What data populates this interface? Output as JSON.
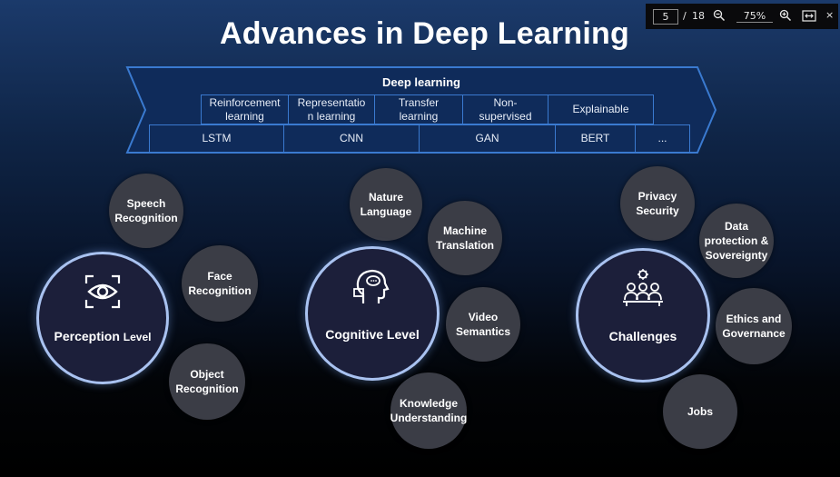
{
  "slide": {
    "title": "Advances in Deep Learning"
  },
  "toolbar": {
    "page_current": "5",
    "page_separator": "/",
    "page_total": "18",
    "zoom_level": "75%",
    "zoom_out_icon": "zoom-out-icon",
    "zoom_in_icon": "zoom-in-icon",
    "fit_width_icon": "fit-width-icon",
    "close_icon": "close-icon"
  },
  "banner": {
    "label": "Deep learning",
    "row1": [
      {
        "line1": "Reinforcement",
        "line2": "learning"
      },
      {
        "line1": "Representatio",
        "line2": "n learning"
      },
      {
        "line1": "Transfer",
        "line2": "learning"
      },
      {
        "line1": "Non-",
        "line2": "supervised"
      },
      {
        "line1": "Explainable",
        "line2": ""
      }
    ],
    "row2": [
      "LSTM",
      "CNN",
      "GAN",
      "BERT",
      "..."
    ]
  },
  "clusters": {
    "perception": {
      "hub": {
        "main": "Perception ",
        "suffix": "Level",
        "icon": "eye-icon"
      },
      "bubbles": [
        {
          "line1": "Speech",
          "line2": "Recognition"
        },
        {
          "line1": "Face",
          "line2": "Recognition"
        },
        {
          "line1": "Object",
          "line2": "Recognition"
        }
      ]
    },
    "cognitive": {
      "hub": {
        "label": "Cognitive Level",
        "icon": "thinking-head-icon"
      },
      "bubbles": [
        {
          "line1": "Nature",
          "line2": "Language"
        },
        {
          "line1": "Machine",
          "line2": "Translation"
        },
        {
          "line1": "Video",
          "line2": "Semantics"
        },
        {
          "line1": "Knowledge",
          "line2": "Understanding"
        }
      ]
    },
    "challenges": {
      "hub": {
        "label": "Challenges",
        "icon": "team-gear-icon"
      },
      "bubbles": [
        {
          "line1": "Privacy",
          "line2": "Security",
          "line3": ""
        },
        {
          "line1": "Data",
          "line2": "protection &",
          "line3": "Sovereignty"
        },
        {
          "line1": "Ethics and",
          "line2": "Governance",
          "line3": ""
        },
        {
          "line1": "Jobs",
          "line2": "",
          "line3": ""
        }
      ]
    }
  },
  "colors": {
    "banner_border": "#3a7ad0",
    "hub_ring": "#a9c2f0",
    "bubble_fill": "#3b3d46"
  }
}
